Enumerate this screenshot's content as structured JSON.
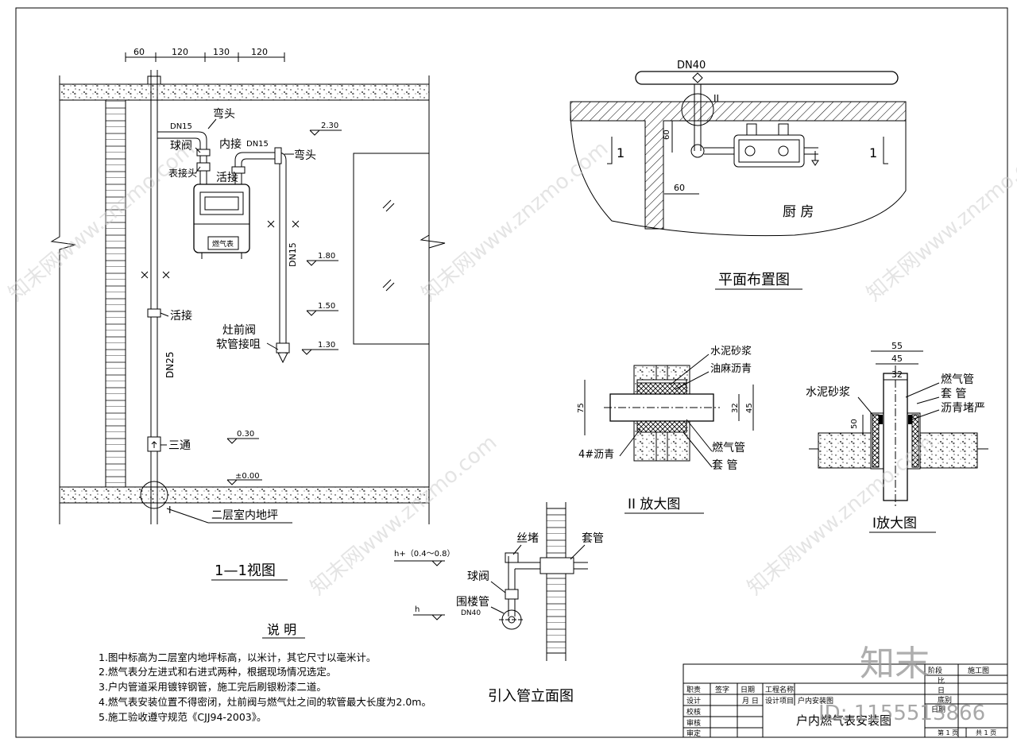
{
  "views": {
    "section_1_1": {
      "title": "1—1视图",
      "dims": [
        "60",
        "120",
        "130",
        "120"
      ],
      "elevations": [
        "2.30",
        "1.80",
        "1.50",
        "1.30",
        "0.30",
        "±0.00"
      ],
      "labels": {
        "elbow_top": "弯头",
        "dn15_left": "DN15",
        "ball_valve": "球阀",
        "inner_joint": "内接",
        "dn15_right": "DN15",
        "elbow_right": "弯头",
        "meter_head": "表接头",
        "union_top": "活接",
        "meter": "燃气表",
        "riser_dn15": "DN15",
        "union_mid": "活接",
        "riser_dn25": "DN25",
        "stove_valve": "灶前阀",
        "hose_nozzle": "软管接咀",
        "tee": "三通",
        "marker_i": "I",
        "floor": "二层室内地坪"
      }
    },
    "plan": {
      "title": "平面布置图",
      "pipe": "DN40",
      "marker_ii": "II",
      "dim_60_v": "60",
      "dim_60_h": "60",
      "section_left": "1",
      "section_right": "1",
      "room": "厨 房"
    },
    "detail_ii": {
      "title": "II 放大图",
      "mortar": "水泥砂浆",
      "hemp": "油麻沥青",
      "gas_pipe": "燃气管",
      "sleeve": "套 管",
      "asphalt": "4#沥青",
      "dim_75": "75",
      "dim_32": "32",
      "dim_45": "45"
    },
    "detail_i": {
      "title": "I放大图",
      "dim_55": "55",
      "dim_45": "45",
      "dim_32": "32",
      "dim_50": "50",
      "mortar": "水泥砂浆",
      "gas_pipe": "燃气管",
      "sleeve": "套 管",
      "plug": "沥青堵严"
    },
    "entry": {
      "title": "引入管立面图",
      "elev_top": "h+（0.4～0.8）",
      "elev_h": "h",
      "plug": "丝堵",
      "sleeve": "套管",
      "ball_valve": "球阀",
      "ring_pipe": "围楼管",
      "dn40": "DN40"
    }
  },
  "notes": {
    "heading": "说 明",
    "items": [
      "1.图中标高为二层室内地坪标高，以米计，其它尺寸以毫米计。",
      "2.燃气表分左进式和右进式两种，根据现场情况选定。",
      "3.户内管道采用镀锌钢管，施工完后刷银粉漆二道。",
      "4.燃气表安装位置不得密闭，灶前阀与燃气灶之间的软管最大长度为2.0m。",
      "5.施工验收遵守规范《CJJ94-2003》。"
    ]
  },
  "title_block": {
    "r1": [
      "职责",
      "签字",
      "日期",
      "工程名称",
      "",
      ""
    ],
    "r2": [
      "设计",
      "",
      "月 日",
      "设计项目",
      "户内安装图",
      ""
    ],
    "r3": [
      "校核",
      ""
    ],
    "r4": [
      "审核",
      ""
    ],
    "r5": [
      "审定",
      ""
    ],
    "drawing_name": "户内燃气表安装图",
    "stage_label": "阶段",
    "stage_value": "施工图",
    "right_rows": [
      "比",
      "日",
      "底别",
      "日期"
    ],
    "page": "第 1 页",
    "total": "共 1 页"
  },
  "watermark": {
    "logo": "知末",
    "id_text": "ID: 1155513866",
    "repeat": "知末网www.znzmo.com"
  }
}
